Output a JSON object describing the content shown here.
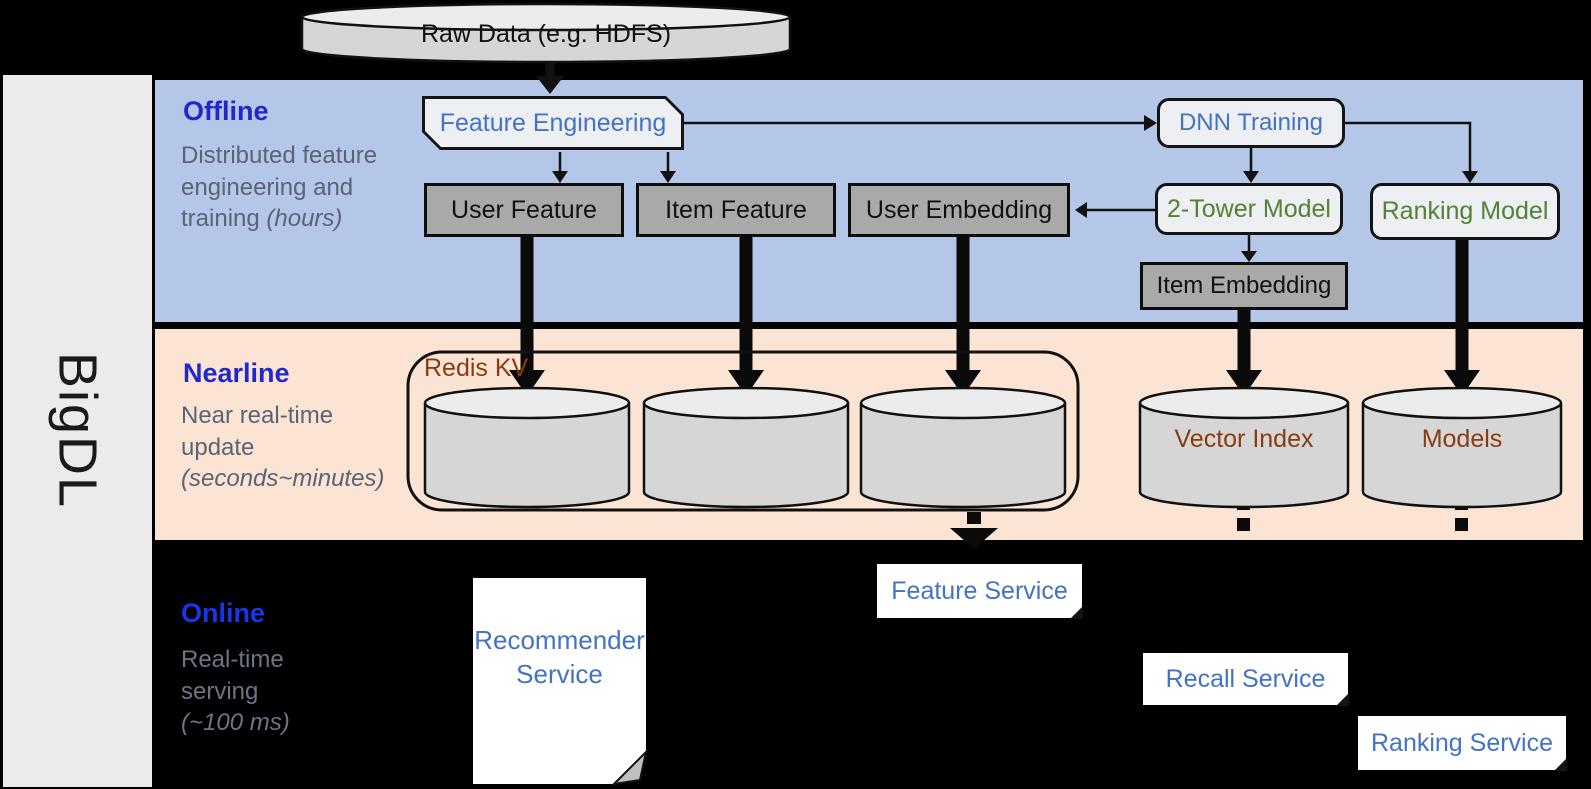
{
  "colors": {
    "offline_band": "#b4c7e8",
    "nearline_band": "#fce4d5",
    "background": "#000000",
    "section_title_blue": "#2028cc",
    "online_title_blue": "#1a35e8",
    "description_gray": "#5b6375",
    "node_text_blue": "#4472c4",
    "model_text_green": "#538135",
    "storage_text_brown": "#8a3c10",
    "gray_node_fill": "#a9a9a9",
    "light_node_fill": "#edeff2",
    "sidebar_fill": "#ebebeb",
    "cylinder_fill": "#d6d6d6"
  },
  "sidebar": {
    "brand": "BigDL"
  },
  "datasource": {
    "label": "Raw Data (e.g. HDFS)"
  },
  "sections": {
    "offline": {
      "title": "Offline",
      "desc": "Distributed feature engineering and training ",
      "desc_em": "(hours)"
    },
    "nearline": {
      "title": "Nearline",
      "desc": "Near real-time update ",
      "desc_em": "(seconds~minutes)"
    },
    "online": {
      "title": "Online",
      "desc": "Real-time serving ",
      "desc_em": "(~100 ms)"
    }
  },
  "nodes": {
    "feature_engineering": "Feature Engineering",
    "dnn_training": "DNN Training",
    "user_feature": "User Feature",
    "item_feature": "Item Feature",
    "user_embedding": "User Embedding",
    "two_tower_model": "2-Tower Model",
    "ranking_model": "Ranking Model",
    "item_embedding": "Item Embedding",
    "redis_kv": "Redis KV",
    "vector_index": "Vector Index",
    "models": "Models",
    "recommender_service": "Recommender Service",
    "feature_service": "Feature Service",
    "recall_service": "Recall Service",
    "ranking_service": "Ranking Service"
  }
}
